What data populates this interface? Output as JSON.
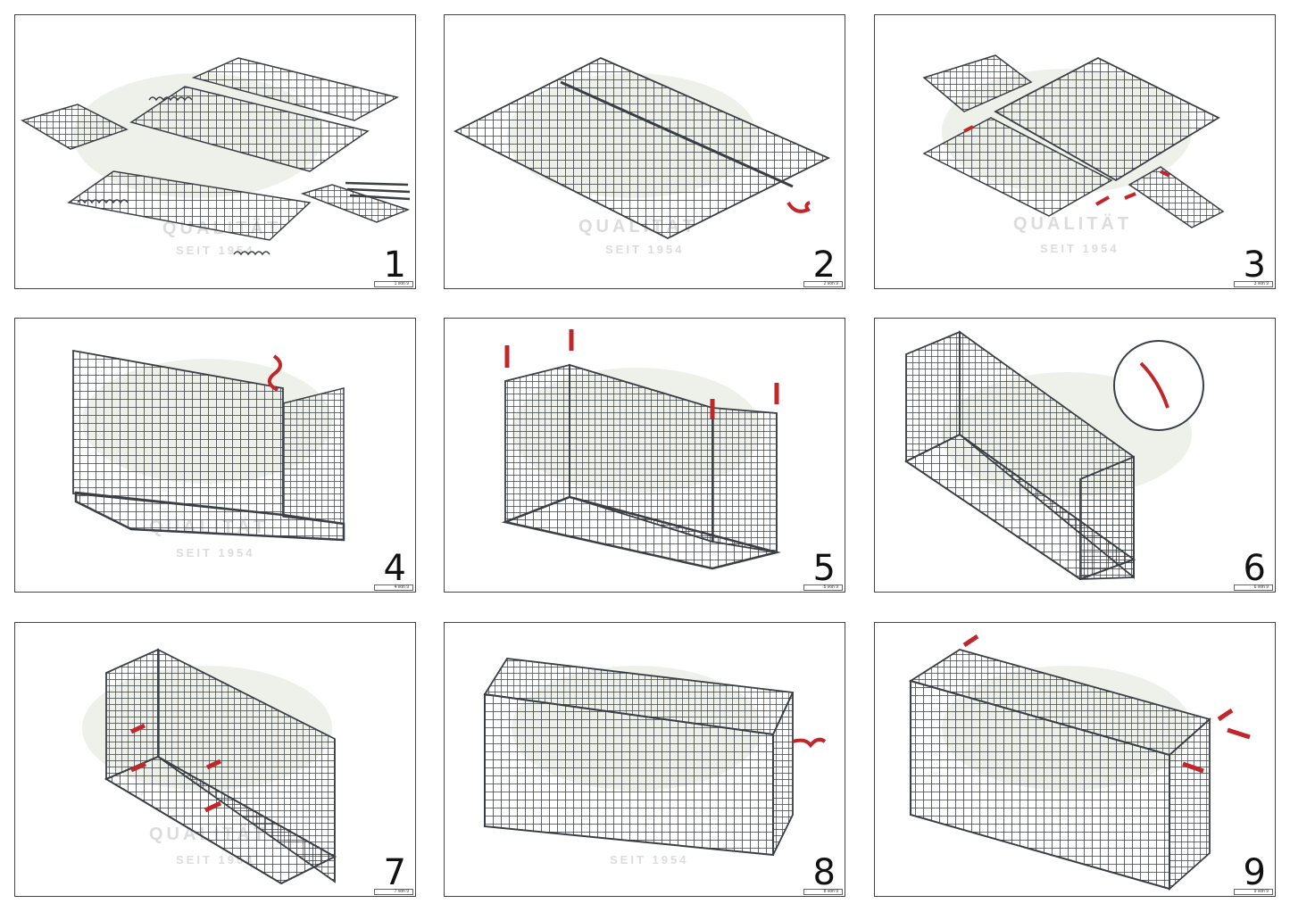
{
  "watermark": {
    "brand_text": "QUALITÄT",
    "since_text": "SEIT 1954"
  },
  "colors": {
    "mesh": "#3a3f45",
    "arrow": "#c0262a",
    "watermark_oval": "#e9efe6",
    "frame": "#444444"
  },
  "panels": [
    {
      "number": "1",
      "page_label": "1 von 9"
    },
    {
      "number": "2",
      "page_label": "2 von 9"
    },
    {
      "number": "3",
      "page_label": "3 von 9"
    },
    {
      "number": "4",
      "page_label": "4 von 9"
    },
    {
      "number": "5",
      "page_label": "5 von 9"
    },
    {
      "number": "6",
      "page_label": "6 von 9"
    },
    {
      "number": "7",
      "page_label": "7 von 9"
    },
    {
      "number": "8",
      "page_label": "8 von 9"
    },
    {
      "number": "9",
      "page_label": "9 von 9"
    }
  ]
}
